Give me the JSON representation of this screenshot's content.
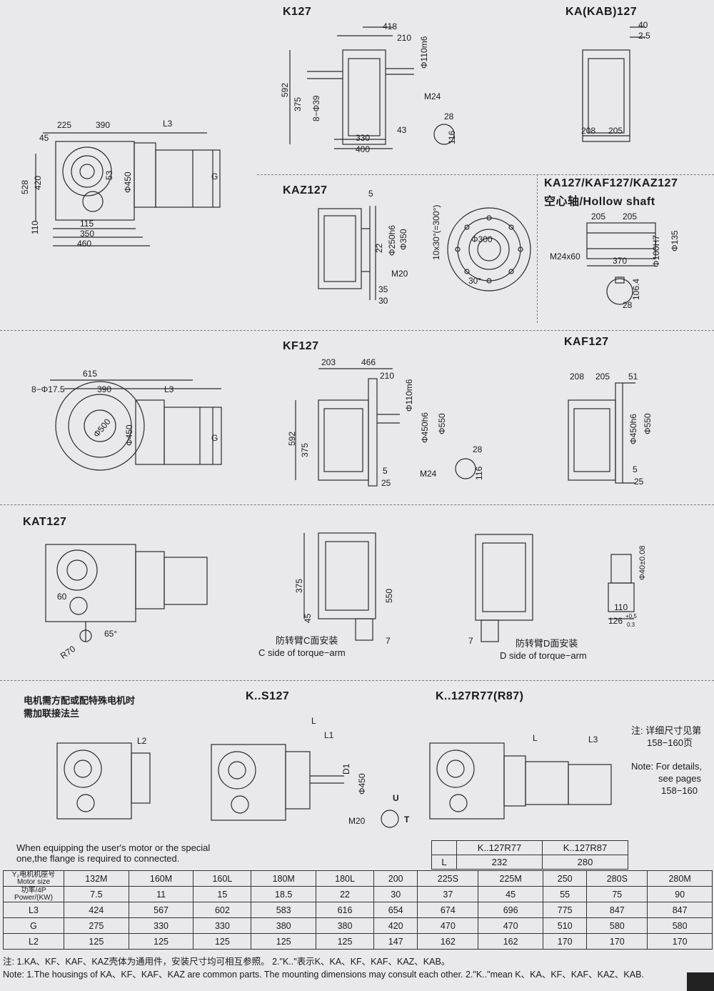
{
  "titles": {
    "k127": "K127",
    "kakab127": "KA(KAB)127",
    "kaz127": "KAZ127",
    "hollow": "KA127/KAF127/KAZ127",
    "hollow_sub": "空心轴/Hollow shaft",
    "kf127": "KF127",
    "kaf127": "KAF127",
    "kat127": "KAT127",
    "ks127": "K..S127",
    "kr127": "K..127R77(R87)"
  },
  "dims": {
    "k127_main": {
      "d225": "225",
      "d390": "390",
      "L3": "L3",
      "d45": "45",
      "d528": "528",
      "d420": "420",
      "d53": "53",
      "phi450": "Φ450",
      "G": "G",
      "d110": "110",
      "d115": "115",
      "d350": "350",
      "d460": "460"
    },
    "k127_side": {
      "d418": "418",
      "d210": "210",
      "phi110m6": "Φ110m6",
      "d592": "592",
      "d375": "375",
      "d8phi39": "8−Φ39",
      "M24": "M24",
      "d330": "330",
      "d400": "400",
      "d43": "43",
      "d28": "28",
      "d116": "116"
    },
    "kakab": {
      "d40": "40",
      "d2_5": "2.5",
      "d208": "208",
      "d205": "205"
    },
    "kaz": {
      "d5": "5",
      "d22": "22",
      "phi250h6": "Φ250h6",
      "phi350": "Φ350",
      "M20": "M20",
      "d35": "35",
      "d30": "30",
      "d10x30": "10x30°(=300°)",
      "phi300": "Φ300",
      "deg30": "30°"
    },
    "hollow": {
      "d205a": "205",
      "d205b": "205",
      "M24x60": "M24x60",
      "phi100H7": "Φ100H7",
      "phi135": "Φ135",
      "d370": "370",
      "d106_4": "106.4",
      "d28": "28"
    },
    "kf_main": {
      "d615": "615",
      "d8phi17_5": "8−Φ17.5",
      "d390": "390",
      "L3": "L3",
      "phi500": "Φ500",
      "phi450": "Φ450",
      "G": "G"
    },
    "kf_side": {
      "d203": "203",
      "d466": "466",
      "d210": "210",
      "phi110m6": "Φ110m6",
      "d592": "592",
      "d375": "375",
      "phi450h6": "Φ450h6",
      "phi550": "Φ550",
      "d28": "28",
      "d116": "116",
      "d5": "5",
      "d25": "25",
      "M24": "M24"
    },
    "kaf": {
      "d208": "208",
      "d205": "205",
      "d51": "51",
      "phi450h6": "Φ450h6",
      "phi550": "Φ550",
      "d5": "5",
      "d25": "25"
    },
    "kat": {
      "d60": "60",
      "deg65": "65°",
      "R70": "R70",
      "d375": "375",
      "d45": "45",
      "d550": "550",
      "d7a": "7",
      "d7b": "7",
      "c_cn": "防转臂C面安装",
      "c_en": "C side of torque−arm",
      "d_cn": "防转臂D面安装",
      "d_en": "D side of torque−arm",
      "phi40": "Φ40±0.08",
      "d110": "110",
      "d126": "126",
      "tol_plus": "+0.5",
      "tol_zero": "0.3"
    },
    "ks": {
      "L2": "L2",
      "L": "L",
      "L1": "L1",
      "D1": "D1",
      "phi450": "Φ450",
      "M20": "M20",
      "U": "U",
      "T": "T"
    },
    "kr": {
      "L": "L",
      "L3": "L3"
    }
  },
  "left_note": {
    "cn1": "电机需方配或配特殊电机时",
    "cn2": "需加联接法兰",
    "en1": "When equipping the user's motor or the special",
    "en2": "one,the flange is required to connected."
  },
  "right_note": {
    "cn1": "注: 详细尺寸见第",
    "cn2": "158−160页",
    "en1": "Note: For details,",
    "en2": "see pages",
    "en3": "158−160"
  },
  "r_table": {
    "headers": [
      "K..127R77",
      "K..127R87"
    ],
    "row_label": "L",
    "values": [
      "232",
      "280"
    ]
  },
  "spec_table": {
    "head_cn": "Y₂电机机座号",
    "head_en": "Motor size",
    "power_cn": "功率/4P",
    "power_en": "Power/(KW)",
    "motor_sizes": [
      "132M",
      "160M",
      "160L",
      "180M",
      "180L",
      "200",
      "225S",
      "225M",
      "250",
      "280S",
      "280M"
    ],
    "power": [
      "7.5",
      "11",
      "15",
      "18.5",
      "22",
      "30",
      "37",
      "45",
      "55",
      "75",
      "90"
    ],
    "rows": [
      {
        "label": "L3",
        "values": [
          "424",
          "567",
          "602",
          "583",
          "616",
          "654",
          "674",
          "696",
          "775",
          "847",
          "847"
        ]
      },
      {
        "label": "G",
        "values": [
          "275",
          "330",
          "330",
          "380",
          "380",
          "420",
          "470",
          "470",
          "510",
          "580",
          "580"
        ]
      },
      {
        "label": "L2",
        "values": [
          "125",
          "125",
          "125",
          "125",
          "125",
          "147",
          "162",
          "162",
          "170",
          "170",
          "170"
        ]
      }
    ]
  },
  "footer": {
    "cn": "注: 1.KA、KF、KAF、KAZ壳体为通用件，安装尺寸均可相互参照。 2.\"K..\"表示K、KA、KF、KAF、KAZ、KAB。",
    "en": "Note: 1.The housings of KA、KF、KAF、KAZ are common parts. The mounting dimensions may consult each other.    2.\"K..\"mean K、KA、KF、KAF、KAZ、KAB."
  }
}
